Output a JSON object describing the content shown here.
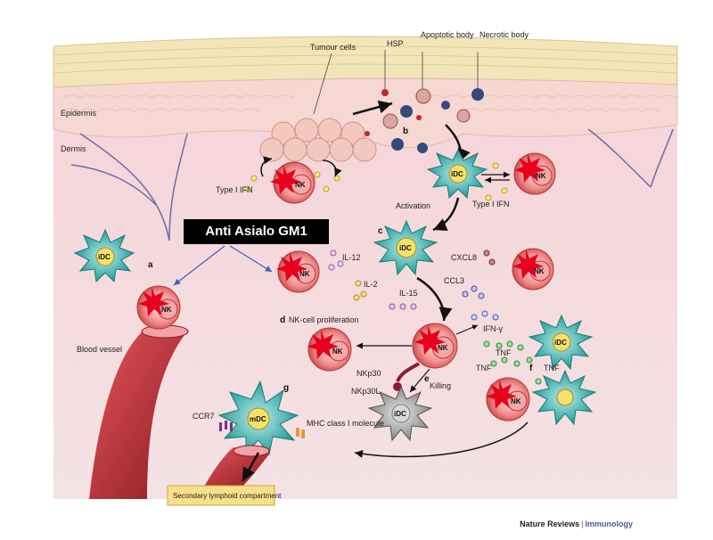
{
  "callout": {
    "text": "Anti Asialo GM1"
  },
  "footer": {
    "publisher": "Nature Reviews",
    "separator": "|",
    "journal": "Immunology"
  },
  "layers": {
    "epidermis": "Epidermis",
    "dermis": "Dermis",
    "blood_vessel": "Blood vessel"
  },
  "top_labels": {
    "tumour_cells": "Tumour cells",
    "hsp": "HSP",
    "apoptotic_body": "Apoptotic body",
    "necrotic_body": "Necrotic body"
  },
  "panel_letters": {
    "a": "a",
    "b": "b",
    "c": "c",
    "d": "d",
    "e": "e",
    "f": "f",
    "g": "g"
  },
  "cell_labels": {
    "nk": "NK",
    "idc": "iDC",
    "mdc": "mDC"
  },
  "annotations": {
    "type1_ifn_left": "Type I IFN",
    "type1_ifn_right": "Type I IFN",
    "activation": "Activation",
    "il12": "IL-12",
    "cxcl8": "CXCL8",
    "il2": "IL-2",
    "il15": "IL-15",
    "ccl3": "CCL3",
    "nk_proliferation": "NK-cell proliferation",
    "ifn_gamma": "IFN-γ",
    "tnf1": "TNF",
    "tnf2": "TNF",
    "tnf3": "TNF",
    "nkp30": "NKp30",
    "nkp30l": "NKp30L",
    "killing": "Killing",
    "ccr7": "CCR7",
    "mhc": "MHC class I molecule",
    "secondary": "Secondary lymphoid compartment"
  },
  "colors": {
    "nk_cell": "#d9534f",
    "idc": "#2a9d9a",
    "burst": "#e8001c",
    "skin_top": "#f2e5b8",
    "dermis": "#f2c9cf",
    "vessel": "#b9262d"
  }
}
